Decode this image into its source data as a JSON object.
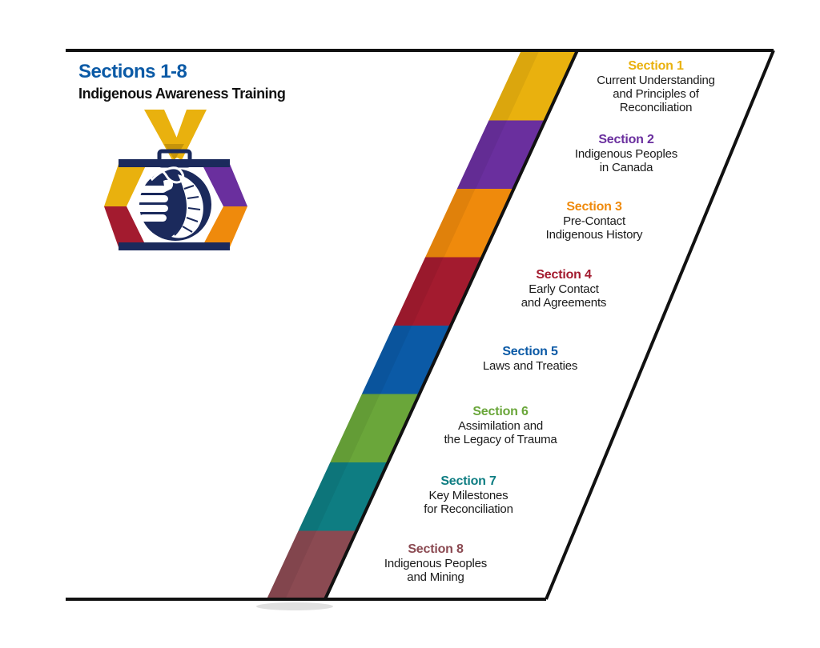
{
  "heading": {
    "title": "Sections 1-8",
    "subtitle": "Indigenous Awareness Training"
  },
  "colors": {
    "heading_title": "#0b5aa6",
    "frame": "#111111",
    "logo_navy": "#1b2a5c",
    "logo_gold": "#e9b10e",
    "logo_purple": "#6a2f9e",
    "logo_red": "#a31b2f",
    "logo_orange": "#ef8a0c"
  },
  "logo_icon": "medal-hand-feather-icon",
  "sections": [
    {
      "title": "Section 1",
      "desc": [
        "Current Understanding",
        "and Principles of",
        "Reconciliation"
      ],
      "color": "#e9b10e"
    },
    {
      "title": "Section 2",
      "desc": [
        "Indigenous Peoples",
        "in Canada"
      ],
      "color": "#6a2f9e"
    },
    {
      "title": "Section 3",
      "desc": [
        "Pre-Contact",
        "Indigenous History"
      ],
      "color": "#ef8a0c"
    },
    {
      "title": "Section 4",
      "desc": [
        "Early Contact",
        "and Agreements"
      ],
      "color": "#a31b2f"
    },
    {
      "title": "Section 5",
      "desc": [
        "Laws and Treaties"
      ],
      "color": "#0b5aa6"
    },
    {
      "title": "Section 6",
      "desc": [
        "Assimilation and",
        "the Legacy of Trauma"
      ],
      "color": "#6aa63a"
    },
    {
      "title": "Section 7",
      "desc": [
        "Key Milestones",
        "for Reconciliation"
      ],
      "color": "#0e7d82"
    },
    {
      "title": "Section 8",
      "desc": [
        "Indigenous Peoples",
        "and Mining"
      ],
      "color": "#8b4a52"
    }
  ]
}
